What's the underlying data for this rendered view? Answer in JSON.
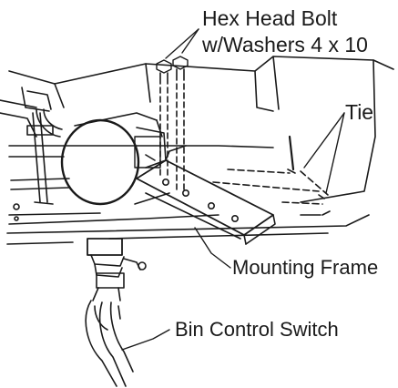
{
  "labels": {
    "hex_head_bolt_line1": "Hex Head Bolt",
    "hex_head_bolt_line2": "w/Washers 4 x 10",
    "tie": "Tie",
    "mounting_frame": "Mounting Frame",
    "bin_control_switch": "Bin Control Switch"
  },
  "colors": {
    "ink": "#1a1a1a",
    "background": "#ffffff"
  }
}
